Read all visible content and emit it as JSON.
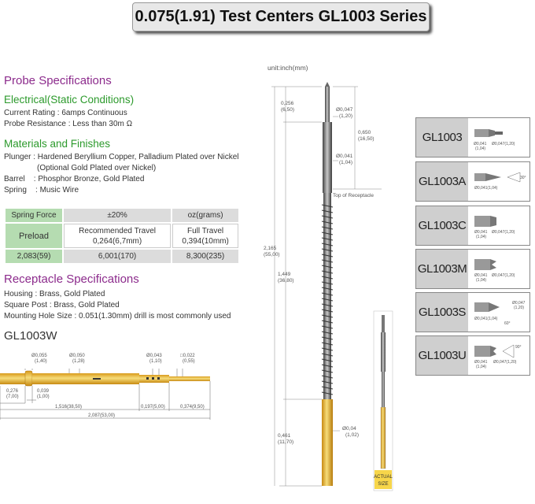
{
  "title": "0.075(1.91) Test Centers GL1003 Series",
  "unit_label": "unit:inch(mm)",
  "probe": {
    "heading": "Probe Specifications",
    "electrical_heading": "Electrical(Static Conditions)",
    "current_rating": "Current Rating : 6amps Continuous",
    "probe_resistance": "Probe Resistance : Less than 30m Ω",
    "materials_heading": "Materials and Finishes",
    "plunger": "Plunger : Hardened Beryllium Copper, Palladium Plated over Nickel",
    "plunger_option": "(Optional Gold Plated over Nickel)",
    "barrel": "Barrel    : Phosphor Bronze, Gold Plated",
    "spring": "Spring    : Music Wire"
  },
  "spring_table": {
    "h1": "Spring Force",
    "h2": "±20%",
    "h3": "oz(grams)",
    "preload": "Preload",
    "rec_travel_label": "Recommended Travel",
    "rec_travel_value": "0,264(6,7mm)",
    "full_travel_label": "Full Travel",
    "full_travel_value": "0,394(10mm)",
    "v1": "2,083(59)",
    "v2": "6,001(170)",
    "v3": "8,300(235)"
  },
  "receptacle": {
    "heading": "Receptacle Specifications",
    "housing": "Housing : Brass, Gold Plated",
    "square_post": "Square Post : Brass, Gold Plated",
    "mounting": "Mounting Hole Size : 0.051(1.30mm) drill is most commonly used"
  },
  "gl1003w": {
    "label": "GL1003W",
    "d1": "Ø0,055",
    "d1b": "(1,40)",
    "d2": "Ø0,050",
    "d2b": "(1,28)",
    "d3": "Ø0,043",
    "d3b": "(1,10)",
    "d4": "□0,022",
    "d4b": "(0,55)",
    "l1": "0,276",
    "l1b": "(7,00)",
    "l2": "0,039",
    "l2b": "(1,00)",
    "l3": "1,516(38,50)",
    "l4": "0,197(5,00)",
    "l5": "0,374(9,50)",
    "l6": "2,087(53,00)"
  },
  "probe_drawing": {
    "a1": "0,256",
    "a1b": "(6,50)",
    "a2": "Ø0,047",
    "a2b": "(1,20)",
    "a3": "0,650",
    "a3b": "(16,50)",
    "a4": "Ø0,041",
    "a4b": "(1,04)",
    "top_receptacle": "Top of Receptacle",
    "a5": "2,165",
    "a5b": "(55,00)",
    "a6": "1,449",
    "a6b": "(36,80)",
    "a7": "Ø0,04",
    "a7b": "(1,02)",
    "a8": "0,461",
    "a8b": "(11,70)",
    "actual1": "ACTUAL",
    "actual2": "SIZE"
  },
  "series": [
    {
      "name": "GL1003",
      "dims": [
        "Ø0,041",
        "(1,04)",
        "Ø0,047(1,20)"
      ]
    },
    {
      "name": "GL1003A",
      "dims": [
        "Ø0,041(1,04)",
        "30°"
      ]
    },
    {
      "name": "GL1003C",
      "dims": [
        "Ø0,041",
        "(1,04)",
        "Ø0,047(1,20)"
      ]
    },
    {
      "name": "GL1003M",
      "dims": [
        "Ø0,041",
        "(1,04)",
        "Ø0,047(1,20)"
      ]
    },
    {
      "name": "GL1003S",
      "dims": [
        "Ø0,041(1,04)",
        "Ø0,047",
        "(1,20)",
        "60°"
      ]
    },
    {
      "name": "GL1003U",
      "dims": [
        "Ø0,041",
        "(1,04)",
        "Ø0,047(1,20)",
        "90°"
      ]
    }
  ]
}
